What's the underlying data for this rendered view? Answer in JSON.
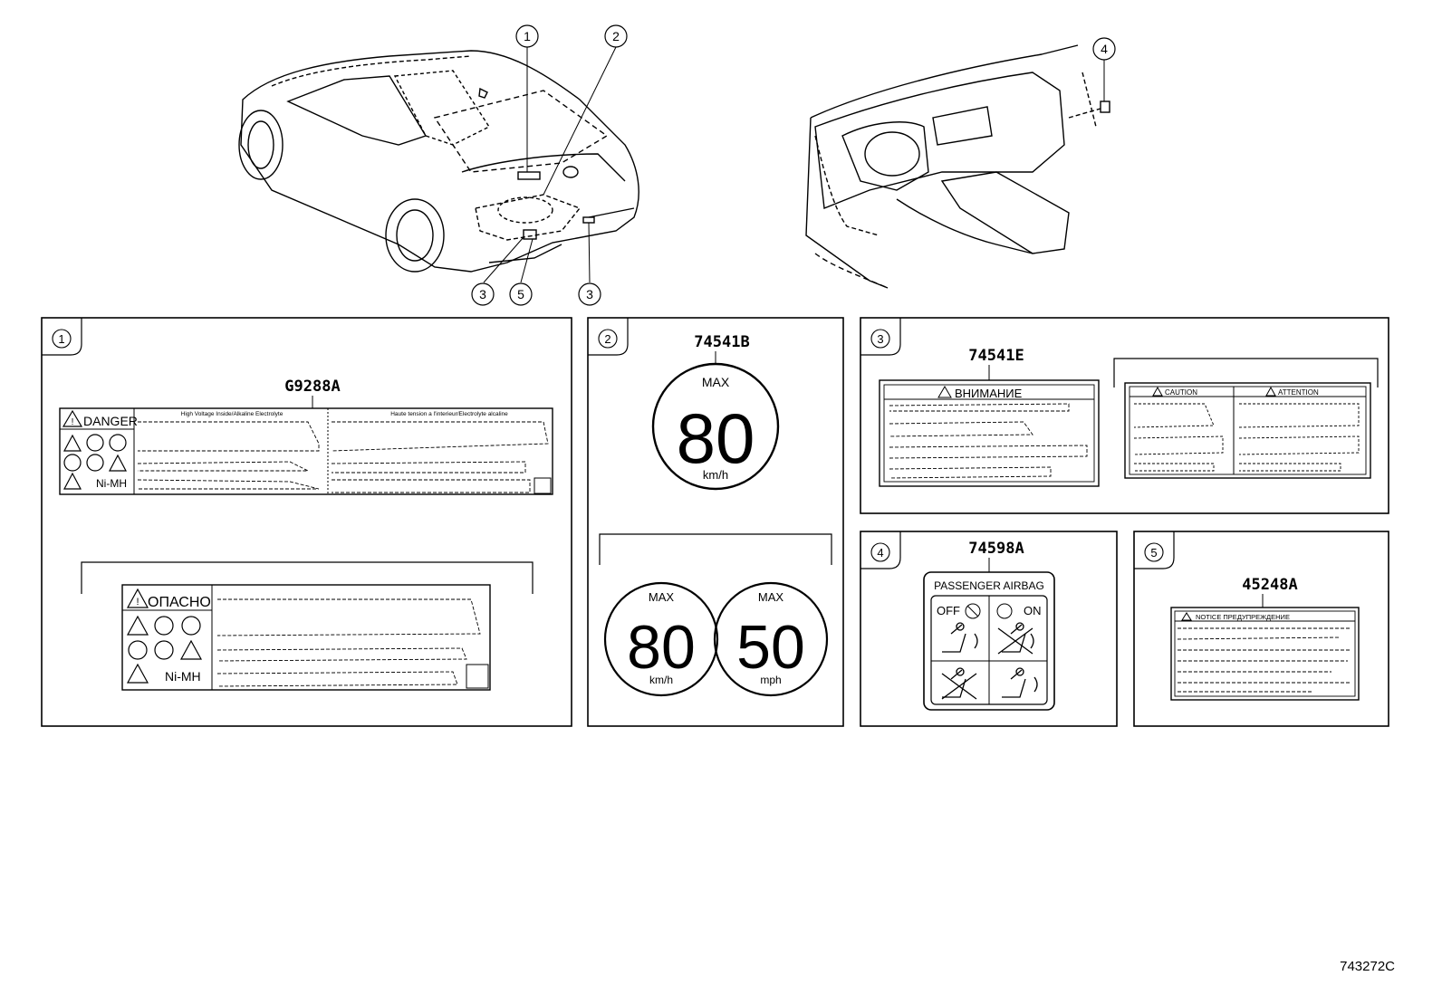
{
  "diagram_id": "743272C",
  "callouts": [
    "1",
    "2",
    "3",
    "4",
    "5"
  ],
  "panels": {
    "p1": {
      "number": "1",
      "part_no": "G9288A",
      "label_a": {
        "title": "DANGER",
        "chem": "Ni-MH",
        "text_left": "High Voltage Inside/Alkaline Electrolyte",
        "text_right": "Haute tension a l'interieur/Electrolyte alcaline"
      },
      "label_b": {
        "title": "ОПАСНО",
        "chem": "Ni-MH"
      }
    },
    "p2": {
      "number": "2",
      "part_no": "74541B",
      "sign_single": {
        "top": "MAX",
        "value": "80",
        "unit": "km/h"
      },
      "sign_left": {
        "top": "MAX",
        "value": "80",
        "unit": "km/h"
      },
      "sign_right": {
        "top": "MAX",
        "value": "50",
        "unit": "mph"
      }
    },
    "p3": {
      "number": "3",
      "part_no": "74541E",
      "label_a_title": "ВНИМАНИЕ",
      "label_b_col1": "CAUTION",
      "label_b_col2": "ATTENTION"
    },
    "p4": {
      "number": "4",
      "part_no": "74598A",
      "title": "PASSENGER AIRBAG",
      "off": "OFF",
      "on": "ON"
    },
    "p5": {
      "number": "5",
      "part_no": "45248A",
      "header": "NOTICE  ПРЕДУПРЕЖДЕНИЕ"
    }
  }
}
